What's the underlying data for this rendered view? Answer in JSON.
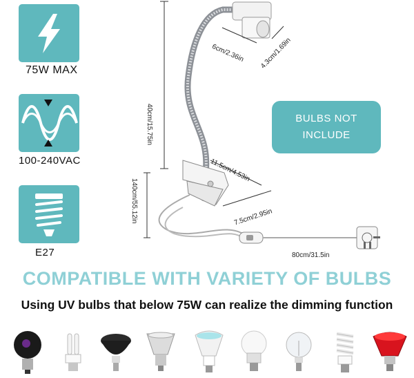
{
  "features": [
    {
      "icon": "lightning-icon",
      "label": "75W MAX"
    },
    {
      "icon": "sine-wave-icon",
      "label": "100-240VAC"
    },
    {
      "icon": "e27-socket-icon",
      "label": "E27"
    }
  ],
  "dimensions": {
    "socket_width": "6cm/2.36in",
    "socket_height": "4.3cm/1.69in",
    "arm_length": "40cm/15.75in",
    "clip_length": "11.5cm/4.53in",
    "clip_opening": "7.5cm/2.95in",
    "cord_upper": "140cm/55.12in",
    "cord_lower": "80cm/31.5in"
  },
  "notice": {
    "line1": "BULBS NOT",
    "line2": "INCLUDE"
  },
  "headline": "COMPATIBLE WITH VARIETY OF BULBS",
  "subline": "Using UV bulbs that below 75W can realize the dimming function",
  "colors": {
    "accent": "#5fb8bd",
    "headline": "#8fd0d6"
  },
  "bulbs": [
    {
      "icon": "uv-blacklight-bulb-icon"
    },
    {
      "icon": "spiral-cfl-small-bulb-icon"
    },
    {
      "icon": "ceramic-heat-emitter-icon"
    },
    {
      "icon": "spotlight-bulb-icon"
    },
    {
      "icon": "uvb-reflector-bulb-icon"
    },
    {
      "icon": "led-bulb-icon"
    },
    {
      "icon": "clear-globe-bulb-icon"
    },
    {
      "icon": "spiral-cfl-bulb-icon"
    },
    {
      "icon": "red-heat-bulb-icon"
    }
  ]
}
